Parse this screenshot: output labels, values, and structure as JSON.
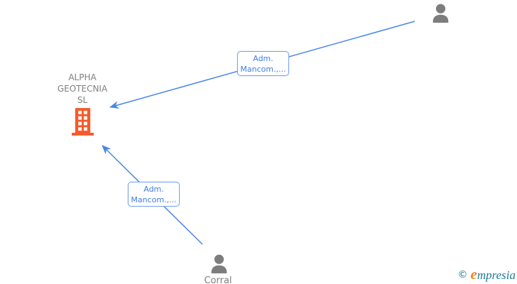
{
  "graph": {
    "company": {
      "name": "ALPHA GEOTECNIA SL"
    },
    "persons": {
      "bottom": {
        "name": "Corral"
      }
    },
    "relations": [
      {
        "label": "Adm. Mancom.,..."
      },
      {
        "label": "Adm. Mancom.,..."
      }
    ]
  },
  "watermark": {
    "copyright": "©",
    "brand_initial": "e",
    "brand_rest": "mpresia"
  },
  "colors": {
    "edge_blue": "#4a86e8",
    "relation_box_border": "#7aa5ee",
    "relation_text_blue": "#3f7de0",
    "entity_icon_gray": "#7d7d7d",
    "entity_label_gray": "#7f7f7f",
    "company_icon_orange": "#f8592a",
    "watermark_teal": "#1d7a93",
    "watermark_orange": "#f5821f"
  }
}
